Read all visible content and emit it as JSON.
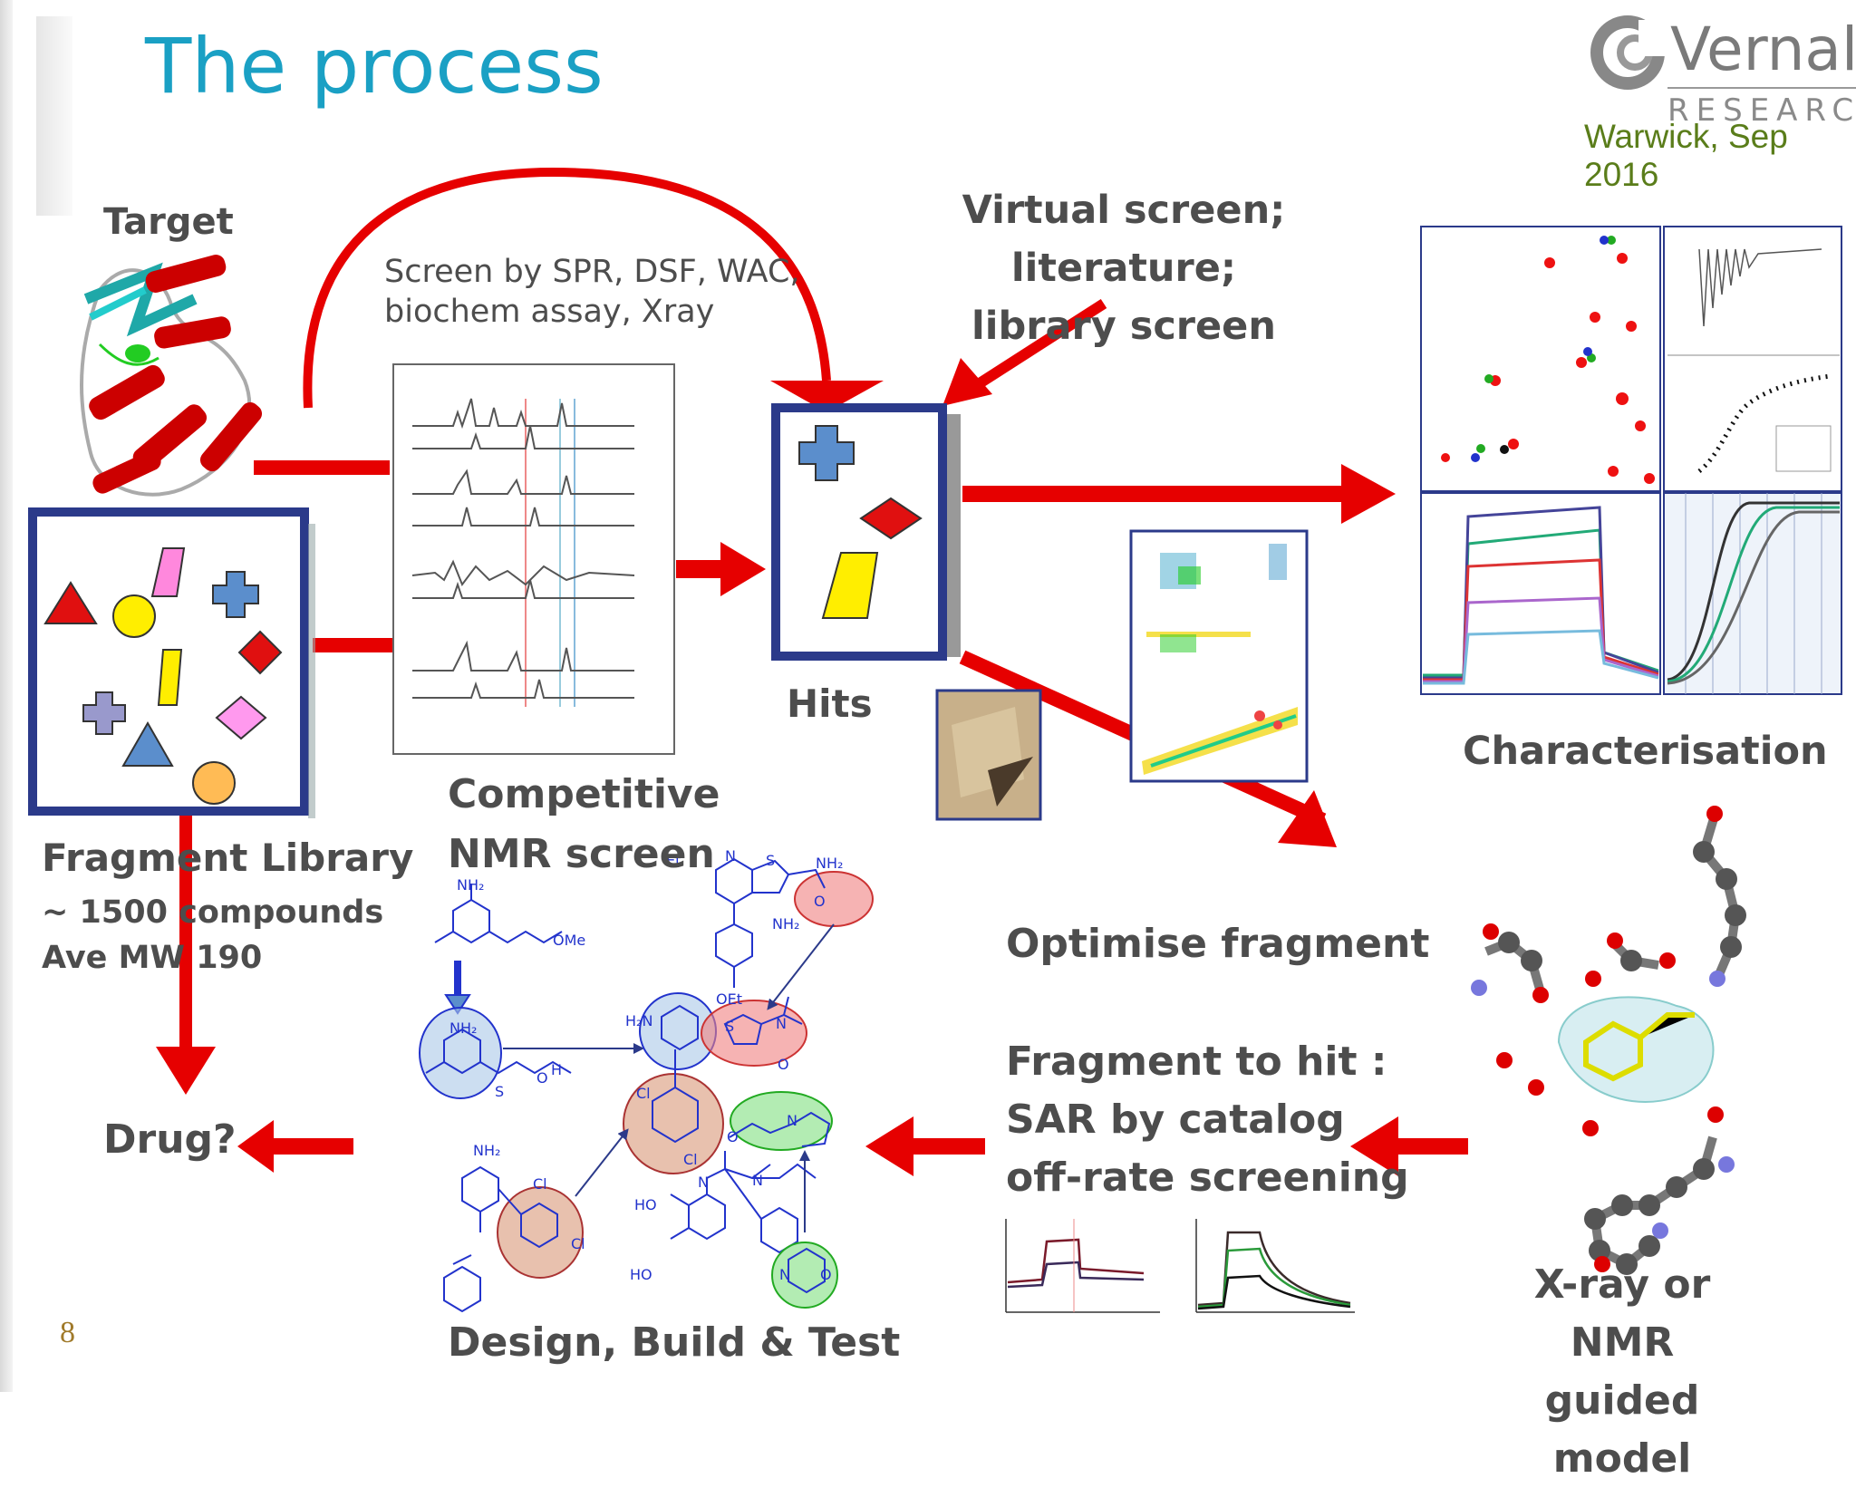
{
  "title": "The process",
  "logo": {
    "name": "Vernalis",
    "sub": "RESEARCH",
    "date": "Warwick, Sep 2016"
  },
  "labels": {
    "target": "Target",
    "screen_method_1": "Screen by SPR, DSF, WAC,",
    "screen_method_2": "biochem assay, Xray",
    "virtual_1": "Virtual screen; literature;",
    "virtual_2": "library screen",
    "hits": "Hits",
    "characterisation": "Characterisation",
    "competitive_1": "Competitive",
    "competitive_2": "NMR screen",
    "library_1": "Fragment Library",
    "library_2": "~ 1500 compounds",
    "library_3": "Ave MW 190",
    "optimise": "Optimise fragment",
    "f2h_1": "Fragment to hit :",
    "f2h_2": "SAR by catalog",
    "f2h_3": "off-rate screening",
    "drug": "Drug?",
    "design": "Design, Build & Test",
    "xray_1": "X-ray or NMR",
    "xray_2": "guided model",
    "page_number": "8"
  },
  "chem_labels": {
    "nh2": "NH₂",
    "ome": "OMe",
    "oet": "OEt",
    "n": "N",
    "s": "S",
    "o": "O",
    "cl": "Cl",
    "ho": "HO",
    "h2n": "H₂N",
    "h": "H",
    "et": "Et"
  }
}
